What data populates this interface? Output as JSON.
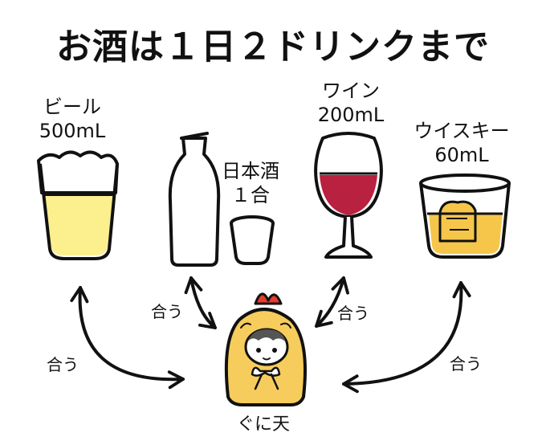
{
  "title": "お酒は１日２ドリンクまで",
  "drinks": {
    "beer": {
      "name": "ビール",
      "amount": "500mL"
    },
    "sake": {
      "name": "日本酒",
      "amount": "１合"
    },
    "wine": {
      "name": "ワイン",
      "amount": "200mL"
    },
    "whisky": {
      "name": "ウイスキー",
      "amount": "60mL"
    }
  },
  "arrow_label": "合う",
  "character": {
    "name": "ぐに天"
  },
  "colors": {
    "outline": "#111111",
    "beer": "#fbef8e",
    "wine": "#b8213f",
    "whisky": "#f5c64a",
    "character_body": "#f6cc5c",
    "character_ribbon": "#e83b2a"
  }
}
